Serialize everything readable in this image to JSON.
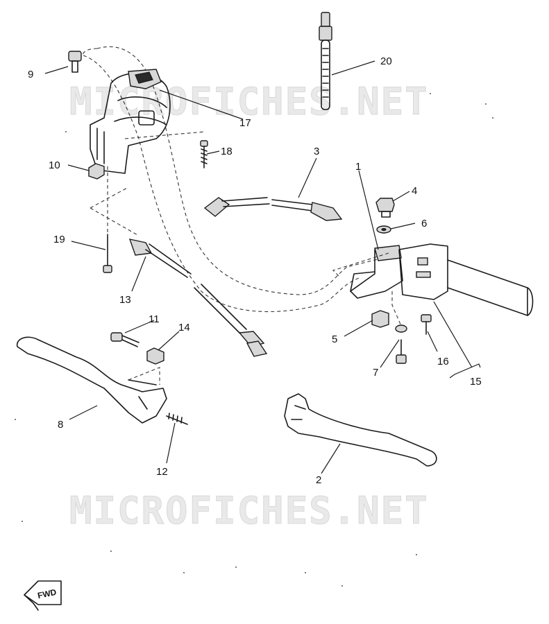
{
  "diagram": {
    "watermarks": [
      "MICROFICHES.NET",
      "MICROFICHES.NET"
    ],
    "direction_marker": "FWD",
    "callouts": [
      {
        "id": "c1",
        "label": "1"
      },
      {
        "id": "c2",
        "label": "2"
      },
      {
        "id": "c3",
        "label": "3"
      },
      {
        "id": "c4",
        "label": "4"
      },
      {
        "id": "c5",
        "label": "5"
      },
      {
        "id": "c6",
        "label": "6"
      },
      {
        "id": "c7",
        "label": "7"
      },
      {
        "id": "c8",
        "label": "8"
      },
      {
        "id": "c9",
        "label": "9"
      },
      {
        "id": "c10",
        "label": "10"
      },
      {
        "id": "c11",
        "label": "11"
      },
      {
        "id": "c12",
        "label": "12"
      },
      {
        "id": "c13",
        "label": "13"
      },
      {
        "id": "c14",
        "label": "14"
      },
      {
        "id": "c15",
        "label": "15"
      },
      {
        "id": "c16",
        "label": "16"
      },
      {
        "id": "c17",
        "label": "17"
      },
      {
        "id": "c18",
        "label": "18"
      },
      {
        "id": "c19",
        "label": "19"
      },
      {
        "id": "c20",
        "label": "20"
      }
    ]
  }
}
